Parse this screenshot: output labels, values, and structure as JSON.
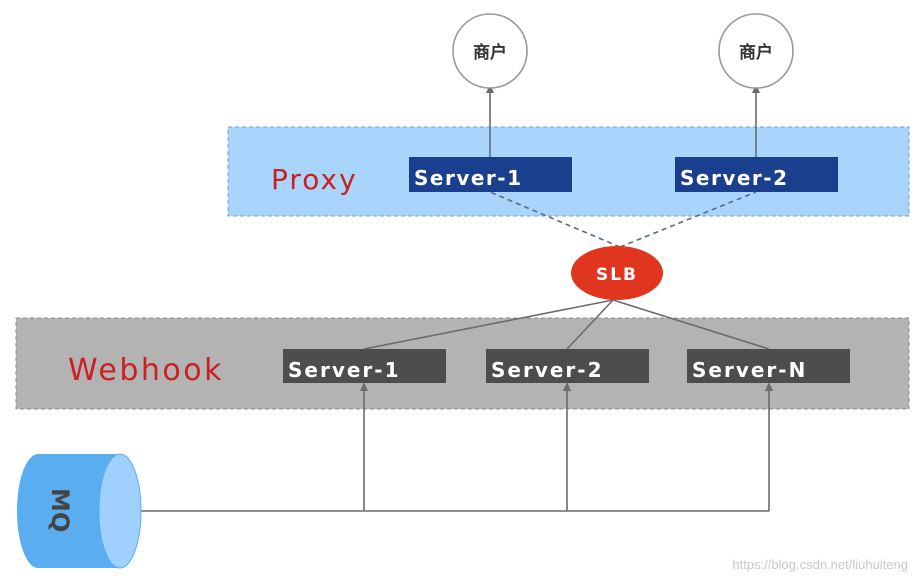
{
  "merchants": [
    {
      "label": "商户"
    },
    {
      "label": "商户"
    }
  ],
  "proxy": {
    "title": "Proxy",
    "servers": [
      "Server-1",
      "Server-2"
    ]
  },
  "slb": {
    "label": "SLB"
  },
  "webhook": {
    "title": "Webhook",
    "servers": [
      "Server-1",
      "Server-2",
      "Server-N"
    ]
  },
  "mq": {
    "label": "MQ"
  },
  "watermark": "https://blog.csdn.net/liuhuiteng",
  "colors": {
    "proxy_band": "#a9d4fb",
    "proxy_server": "#1b3f8f",
    "webhook_band": "#b3b3b3",
    "webhook_server": "#4d4d4d",
    "slb": "#e0361f",
    "mq": "#5aaef0",
    "title_red": "#cc1f1f"
  }
}
